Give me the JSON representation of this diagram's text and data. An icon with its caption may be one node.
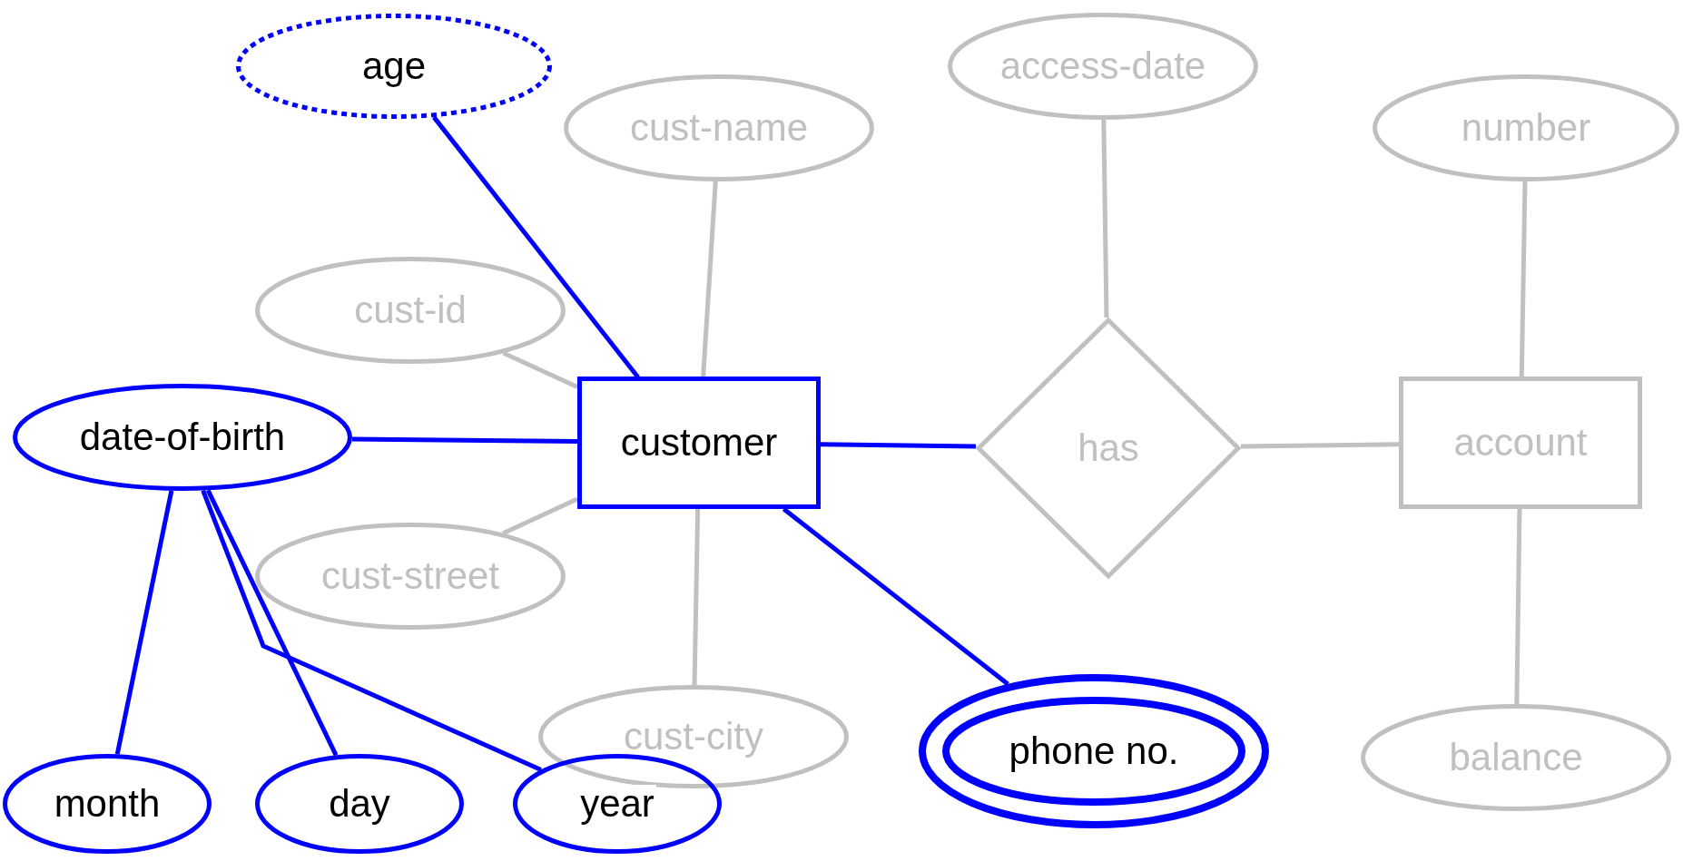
{
  "diagram": {
    "nodes": [
      {
        "text": [
          "age"
        ]
      },
      {
        "text": [
          "cust-name"
        ]
      },
      {
        "text": [
          "access-date"
        ]
      },
      {
        "text": [
          "number"
        ]
      },
      {
        "text": [
          "cust-id"
        ]
      },
      {
        "text": [
          "date-of-birth"
        ]
      },
      {
        "text": [
          "customer"
        ]
      },
      {
        "text": [
          "has"
        ]
      },
      {
        "text": [
          "account"
        ]
      },
      {
        "text": [
          "cust-street"
        ]
      },
      {
        "text": [
          "cust-city"
        ]
      },
      {
        "text": [
          "phone no."
        ]
      },
      {
        "text": [
          "balance"
        ]
      },
      {
        "text": [
          "month"
        ]
      },
      {
        "text": [
          "day"
        ]
      },
      {
        "text": [
          "year"
        ]
      }
    ],
    "edges": [
      {
        "from": 0,
        "to": 6,
        "arrow": "none",
        "color": "#0000ff"
      },
      {
        "from": 1,
        "to": 6,
        "arrow": "none"
      },
      {
        "from": 4,
        "to": 6,
        "arrow": "none"
      },
      {
        "from": 5,
        "to": 6,
        "arrow": "none",
        "color": "#0000ff"
      },
      {
        "from": 9,
        "to": 6,
        "arrow": "none"
      },
      {
        "from": 10,
        "to": 6,
        "arrow": "none"
      },
      {
        "from": 6,
        "to": 11,
        "arrow": "none",
        "color": "#0000ff"
      },
      {
        "from": 6,
        "to": 7,
        "arrow": "none",
        "color": "#0000ff"
      },
      {
        "from": 2,
        "to": 7,
        "arrow": "none"
      },
      {
        "from": 7,
        "to": 8,
        "arrow": "none"
      },
      {
        "from": 3,
        "to": 8,
        "arrow": "none"
      },
      {
        "from": 12,
        "to": 8,
        "arrow": "none"
      },
      {
        "from": 5,
        "to": 13,
        "arrow": "none",
        "color": "#0000ff"
      },
      {
        "from": 5,
        "to": 14,
        "arrow": "none",
        "color": "#0000ff"
      },
      {
        "from": 5,
        "to": 15,
        "arrow": "none",
        "color": "#0000ff"
      }
    ]
  }
}
